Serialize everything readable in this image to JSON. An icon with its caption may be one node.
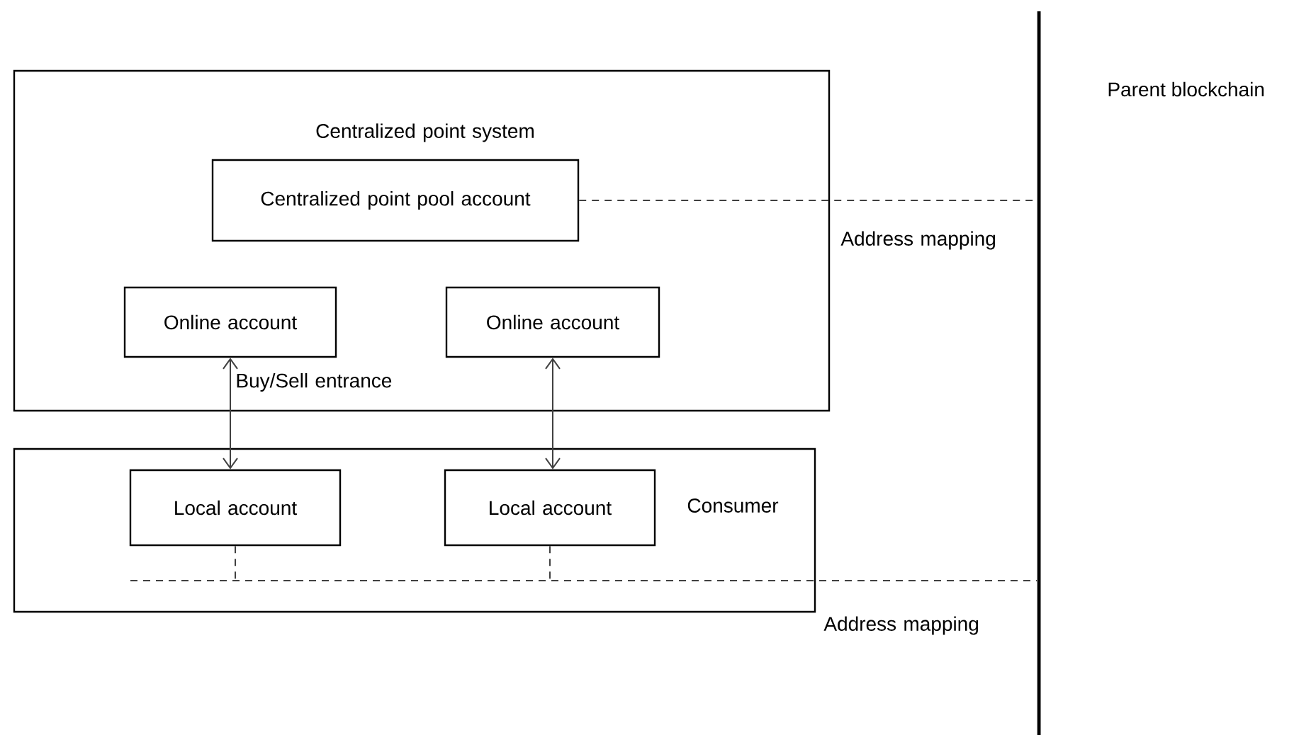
{
  "diagram": {
    "nodes": [
      {
        "text": [
          "Centralized point system"
        ]
      },
      {
        "text": [
          "Centralized point pool account"
        ],
        "in": 0
      },
      {
        "text": [
          "Online account"
        ],
        "in": 0
      },
      {
        "text": [
          "Online account"
        ],
        "in": 0
      },
      {
        "text": [
          "Consumer"
        ]
      },
      {
        "text": [
          "Local account"
        ],
        "in": 4
      },
      {
        "text": [
          "Local account"
        ],
        "in": 4
      },
      {
        "text": [],
        "shape": "bar",
        "beside": [
          "Parent blockchain"
        ]
      }
    ],
    "edges": [
      {
        "from": 2,
        "to": 5,
        "arrow": "both",
        "label": "Buy/Sell entrance"
      },
      {
        "from": 3,
        "to": 6,
        "arrow": "both"
      },
      {
        "from": 1,
        "to": 7,
        "arrow": "none",
        "style": "dashed",
        "label": "Address mapping"
      },
      {
        "from": 5,
        "to": 7,
        "arrow": "none",
        "style": "dashed",
        "label": "Address mapping"
      },
      {
        "from": 6,
        "to": 7,
        "arrow": "none",
        "style": "dashed"
      }
    ]
  }
}
